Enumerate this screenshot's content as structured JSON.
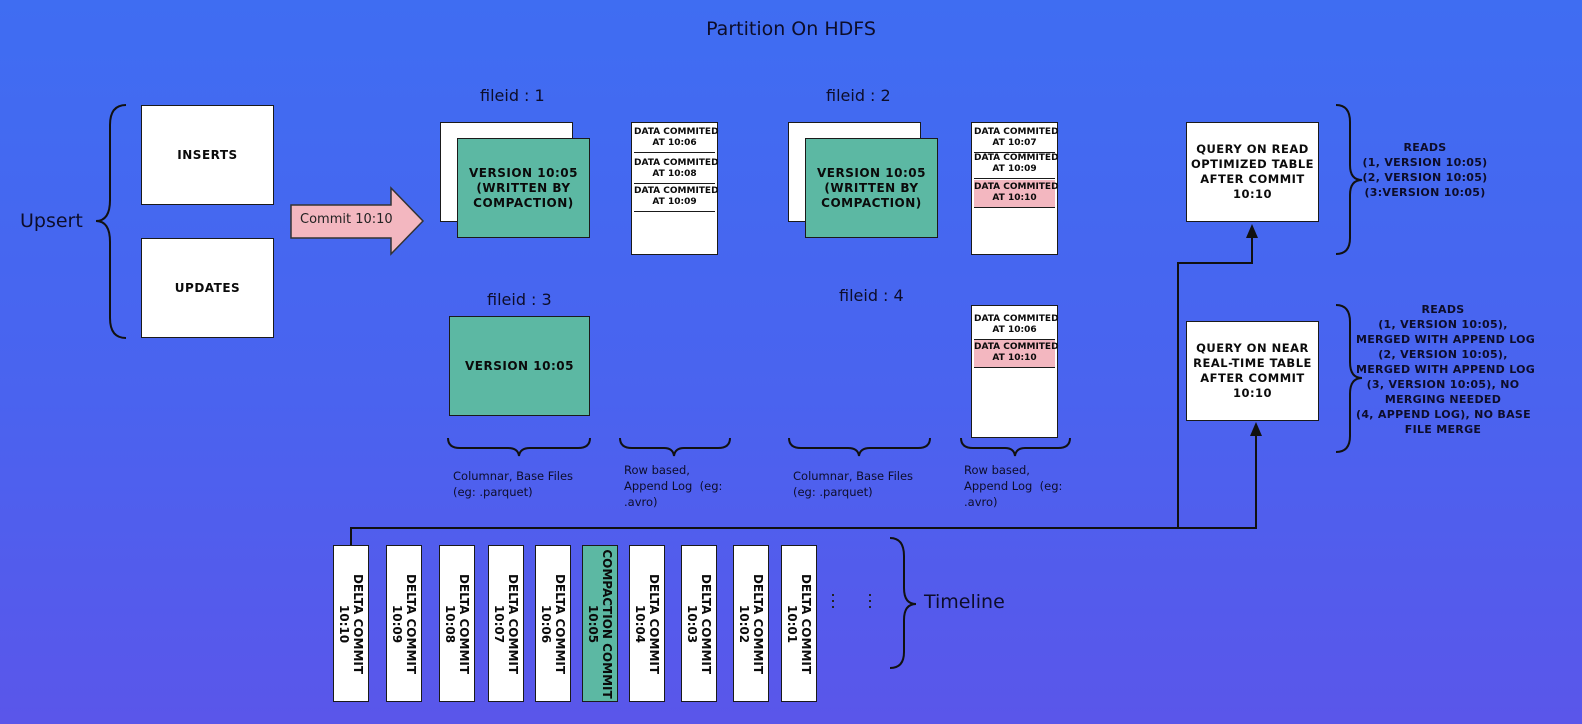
{
  "title": "Partition On HDFS",
  "upsert_label": "Upsert",
  "inserts": "INSERTS",
  "updates": "UPDATES",
  "commit_arrow": "Commit 10:10",
  "file1": {
    "label": "fileid : 1",
    "base": "VERSION 10:05\n(WRITTEN BY\nCOMPACTION)",
    "log": [
      "DATA COMMITED\nAT 10:06",
      "DATA COMMITED\nAT 10:08",
      "DATA COMMITED\nAT 10:09"
    ]
  },
  "file2": {
    "label": "fileid : 2",
    "base": "VERSION 10:05\n(WRITTEN BY\nCOMPACTION)",
    "log": [
      "DATA COMMITED\nAT 10:07",
      "DATA COMMITED\nAT 10:09",
      "DATA COMMITED\nAT 10:10"
    ]
  },
  "file3": {
    "label": "fileid : 3",
    "base": "VERSION 10:05"
  },
  "file4": {
    "label": "fileid : 4",
    "log": [
      "DATA COMMITED\nAT 10:06",
      "DATA COMMITED\nAT 10:10"
    ]
  },
  "captions": {
    "columnar": "Columnar, Base Files\n(eg: .parquet)",
    "row": "Row based,\nAppend Log  (eg:\n.avro)"
  },
  "query_ro": "QUERY ON READ\nOPTIMIZED TABLE\nAFTER COMMIT\n10:10",
  "query_rt": "QUERY ON NEAR\nREAL-TIME TABLE\nAFTER COMMIT\n10:10",
  "reads_ro": "READS\n(1, VERSION 10:05)\n(2, VERSION 10:05)\n(3:VERSION 10:05)",
  "reads_rt": "READS\n(1, VERSION 10:05),\nMERGED WITH APPEND LOG\n(2, VERSION 10:05),\nMERGED WITH APPEND LOG\n(3, VERSION 10:05), NO\nMERGING NEEDED\n(4, APPEND LOG), NO BASE\nFILE MERGE",
  "timeline_label": "Timeline",
  "timeline": [
    "DELTA COMMIT\n10:10",
    "DELTA COMMIT\n10:09",
    "DELTA COMMIT\n10:08",
    "DELTA COMMIT\n10:07",
    "DELTA COMMIT\n10:06",
    "COMPACTION COMMIT\n10:05",
    "DELTA COMMIT\n10:04",
    "DELTA COMMIT\n10:03",
    "DELTA COMMIT\n10:02",
    "DELTA COMMIT\n10:01"
  ],
  "colors": {
    "green": "#5cb8a3",
    "pink": "#f3b7c0",
    "background": "#4a63ef"
  }
}
